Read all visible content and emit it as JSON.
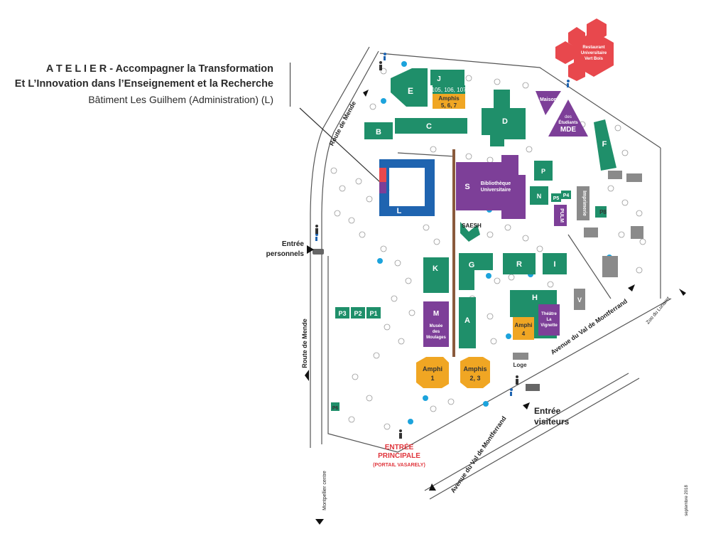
{
  "header": {
    "line1": "A T E L I E R - Accompagner la Transformation",
    "line2": "Et L’Innovation dans l’Enseignement et la Recherche",
    "line3": "Bâtiment Les Guilhem (Administration) (L)"
  },
  "colors": {
    "green": "#1f8f6a",
    "purple": "#7d3f98",
    "blue": "#1f64b0",
    "orange": "#f0a623",
    "red": "#e8484d",
    "grey": "#8a8a8a",
    "dot": "#1ca3dc"
  },
  "buildings": {
    "E": "E",
    "J": "J",
    "amphis567_rooms": "105, 106, 107",
    "amphis567_a": "Amphis",
    "amphis567_b": "5, 6, 7",
    "B": "B",
    "C": "C",
    "D": "D",
    "F": "F",
    "maison": "Maison",
    "mde_a": "des",
    "mde_b": "Étudiants",
    "mde_c": "MDE",
    "restaurant_a": "Restaurant",
    "restaurant_b": "Universitaire",
    "restaurant_c": "Vert Bois",
    "L": "L",
    "S": "S",
    "bu_a": "Bibliothèque",
    "bu_b": "Universitaire",
    "P": "P",
    "N": "N",
    "P5": "P5",
    "P4": "P4",
    "pulm": "PULM",
    "imprimerie": "Imprimerie",
    "P8": "P8",
    "saesh": "SAESH",
    "K": "K",
    "G": "G",
    "R": "R",
    "I": "I",
    "H": "H",
    "V": "V",
    "amphi4_a": "Amphi",
    "amphi4_b": "4",
    "theatre_a": "Théâtre",
    "theatre_b": "La",
    "theatre_c": "Vignette",
    "M": "M",
    "musee_a": "Musée",
    "musee_b": "des",
    "musee_c": "Moulages",
    "A": "A",
    "amphi1_a": "Amphi",
    "amphi1_b": "1",
    "amphis23_a": "Amphis",
    "amphis23_b": "2, 3",
    "loge": "Loge",
    "P1": "P1",
    "P2": "P2",
    "P3": "P3",
    "P6": "P6"
  },
  "labels": {
    "entree_personnels_a": "Entrée",
    "entree_personnels_b": "personnels",
    "entree_visiteurs_a": "Entrée",
    "entree_visiteurs_b": "visiteurs",
    "entree_principale_a": "ENTRÉE",
    "entree_principale_b": "PRINCIPALE",
    "entree_principale_c": "(PORTAIL VASARELY)",
    "route_mende_top": "Route de Mende",
    "route_mende_left": "Route de Mende",
    "montpellier_centre": "Montpellier centre",
    "av_montferrand_upper": "Avenue du Val de Montferrand",
    "av_montferrand_lower": "Avenue du Val de Montferrand",
    "zoo": "Zoo du Lunaret",
    "date": "septembre 2018"
  }
}
